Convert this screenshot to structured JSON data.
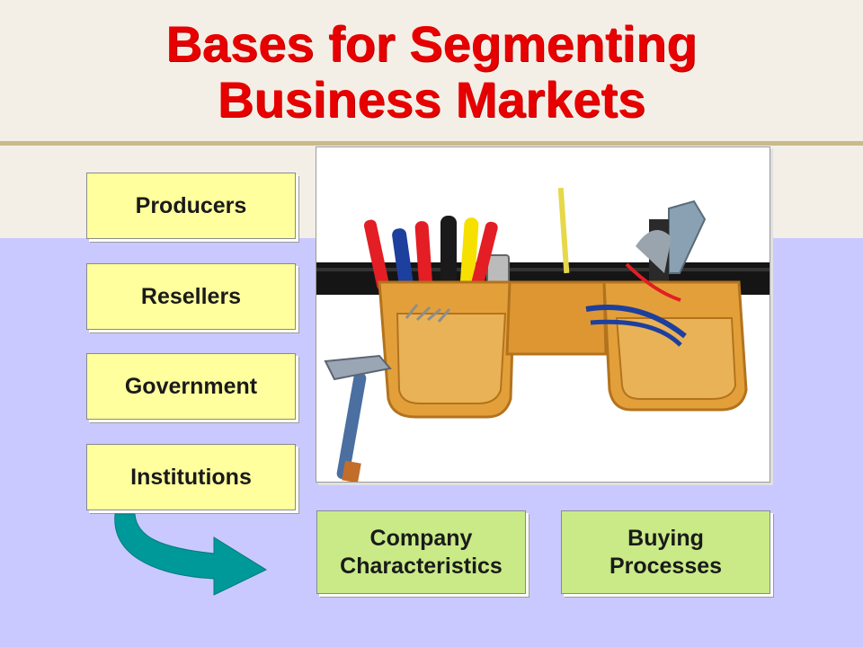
{
  "slide": {
    "title_line1": "Bases for Segmenting",
    "title_line2": "Business Markets"
  },
  "segments": [
    {
      "label": "Producers"
    },
    {
      "label": "Resellers"
    },
    {
      "label": "Government"
    },
    {
      "label": "Institutions"
    }
  ],
  "bases": [
    {
      "line1": "Company",
      "line2": "Characteristics"
    },
    {
      "line1": "Buying",
      "line2": "Processes"
    }
  ],
  "image": {
    "subject": "tool-belt-photo"
  },
  "colors": {
    "title": "#e80000",
    "segment_box": "#ffff9e",
    "basis_box": "#c9ea87",
    "arrow": "#009999",
    "background": "#c9c9ff",
    "top_band": "#f3efe6"
  }
}
